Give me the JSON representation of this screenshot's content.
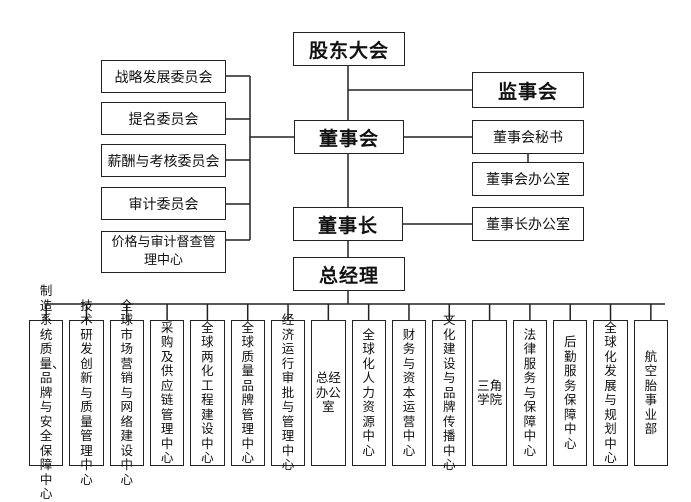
{
  "top": {
    "shareholders": "股东大会",
    "board": "董事会",
    "chairman": "董事长",
    "gm": "总经理",
    "supervisors": "监事会",
    "board_secretary": "董事会秘书",
    "board_office": "董事会办公室",
    "chairman_office": "董事长办公室"
  },
  "committees": [
    "战略发展委员会",
    "提名委员会",
    "薪酬与考核委员会",
    "审计委员会"
  ],
  "price_center": "价格与审计督查管理中心",
  "departments": [
    "制造系统质量、品牌与安全保障中心",
    "技术研发创新与质量管理中心",
    "全球市场营销与网络建设中心",
    "采购及供应链管理中心",
    "全球两化工程建设中心",
    "全球质量品牌管理中心",
    "经济运行审批与管理中心",
    "总经办公室",
    "全球化人力资源中心",
    "财务与资本运营中心",
    "文化建设与品牌传播中心",
    "三角学院",
    "法律服务与保障中心",
    "后勤服务保障中心",
    "全球化发展与规划中心",
    "航空胎事业部"
  ]
}
